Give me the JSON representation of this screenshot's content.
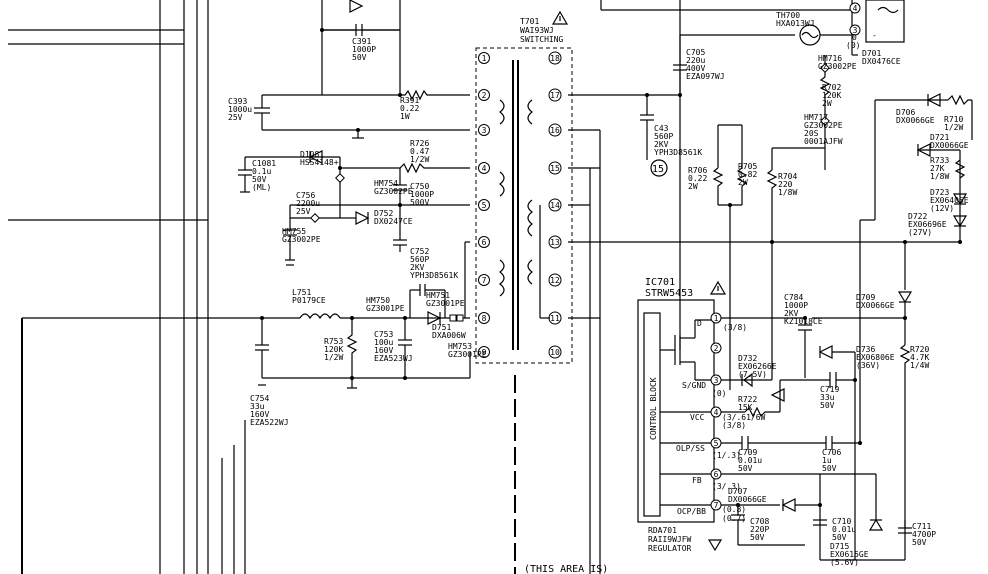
{
  "transformer": {
    "ref": "T701",
    "part": "WAI93WJ",
    "desc": "SWITCHING",
    "pins_left": [
      "1",
      "2",
      "3",
      "4",
      "5",
      "6",
      "7",
      "8",
      "9"
    ],
    "pins_right": [
      "18",
      "17",
      "16",
      "15",
      "14",
      "13",
      "12",
      "11",
      "10"
    ]
  },
  "ic": {
    "ref": "IC701",
    "part": "STRW5453",
    "block": "CONTROL BLOCK",
    "pin_labels": [
      "D",
      "S/GND",
      "VCC",
      "OLP/SS",
      "FB",
      "OCP/BB"
    ],
    "pins": [
      "1",
      "2",
      "3",
      "4",
      "5",
      "6",
      "7"
    ],
    "footer": [
      "RDA701",
      "RAII9WJFW",
      "REGULATOR"
    ]
  },
  "components": [
    {
      "lines": [
        "C391",
        "1000P",
        "50V"
      ]
    },
    {
      "lines": [
        "C393",
        "1000u",
        "25V"
      ]
    },
    {
      "lines": [
        "R391",
        "0.22",
        "1W"
      ]
    },
    {
      "lines": [
        "R726",
        "0.47",
        "1/2W"
      ]
    },
    {
      "lines": [
        "C1081",
        "0.1u",
        "50V",
        "(ML)"
      ]
    },
    {
      "lines": [
        "D1081",
        "HSS4148+"
      ]
    },
    {
      "lines": [
        "HM754",
        "GZ3002PE"
      ]
    },
    {
      "lines": [
        "C750",
        "1000P",
        "500V"
      ]
    },
    {
      "lines": [
        "C756",
        "2200u",
        "25V"
      ]
    },
    {
      "lines": [
        "D752",
        "DX0247CE"
      ]
    },
    {
      "lines": [
        "HM755",
        "GZ3002PE"
      ]
    },
    {
      "lines": [
        "C752",
        "560P",
        "2KV",
        "YPH3D8561K"
      ]
    },
    {
      "lines": [
        "L751",
        "P0179CE"
      ]
    },
    {
      "lines": [
        "HM750",
        "GZ3001PE"
      ]
    },
    {
      "lines": [
        "HM751",
        "GZ3001PE"
      ]
    },
    {
      "lines": [
        "D751",
        "DXA006W"
      ]
    },
    {
      "lines": [
        "HM753",
        "GZ3001PE"
      ]
    },
    {
      "lines": [
        "R753",
        "120K",
        "1/2W"
      ]
    },
    {
      "lines": [
        "C753",
        "100u",
        "160V",
        "EZA523WJ"
      ]
    },
    {
      "lines": [
        "C754",
        "33u",
        "160V",
        "EZA522WJ"
      ]
    },
    {
      "lines": [
        "TH700",
        "HXA013WJ"
      ]
    },
    {
      "lines": [
        "D701",
        "DX0476CE"
      ]
    },
    {
      "lines": [
        "C705",
        "220u",
        "400V",
        "EZA097WJ"
      ]
    },
    {
      "lines": [
        "C43",
        "560P",
        "2KV",
        "YPH3D8561K"
      ]
    },
    {
      "lines": [
        "HM716",
        "GZ3002PE"
      ]
    },
    {
      "lines": [
        "R702",
        "120K",
        "2W"
      ]
    },
    {
      "lines": [
        "HM717",
        "GZ3002PE",
        "20S",
        "0001AJFW"
      ]
    },
    {
      "lines": [
        "R706",
        "0.22",
        "2W"
      ]
    },
    {
      "lines": [
        "R705",
        "0.82",
        "2W"
      ]
    },
    {
      "lines": [
        "R704",
        "220",
        "1/8W"
      ]
    },
    {
      "lines": [
        "D706",
        "DX0066GE"
      ]
    },
    {
      "lines": [
        "R710",
        "1/2W"
      ]
    },
    {
      "lines": [
        "D721",
        "DX0066GE"
      ]
    },
    {
      "lines": [
        "R733",
        "27K",
        "1/8W"
      ]
    },
    {
      "lines": [
        "D723",
        "EX06406E",
        "(12V)"
      ]
    },
    {
      "lines": [
        "D722",
        "EX06696E",
        "(27V)"
      ]
    },
    {
      "lines": [
        "D709",
        "DX0066GE"
      ]
    },
    {
      "lines": [
        "C784",
        "1000P",
        "2KV",
        "KZ1018CE"
      ]
    },
    {
      "lines": [
        "D736",
        "EX06806E",
        "(36V)"
      ]
    },
    {
      "lines": [
        "R720",
        "4.7K",
        "1/4W"
      ]
    },
    {
      "lines": [
        "D732",
        "EX06266E",
        "(7.5V)"
      ]
    },
    {
      "lines": [
        "R722",
        "15K"
      ]
    },
    {
      "lines": [
        "C719",
        "33u",
        "50V"
      ]
    },
    {
      "lines": [
        "C709",
        "0.01u",
        "50V"
      ]
    },
    {
      "lines": [
        "C706",
        "1u",
        "50V"
      ]
    },
    {
      "lines": [
        "D707",
        "DX0066GE"
      ]
    },
    {
      "lines": [
        "C708",
        "220P",
        "50V"
      ]
    },
    {
      "lines": [
        "C710",
        "0.01u",
        "50V"
      ]
    },
    {
      "lines": [
        "D715",
        "EX0615GE",
        "(5.6V)"
      ]
    },
    {
      "lines": [
        "C711",
        "4700P",
        "50V"
      ]
    }
  ],
  "annotations": {
    "pin_voltages": [
      "(3/8)",
      "(0)",
      "(3/.61/6W",
      "(3/8)",
      "(1/.3)",
      "(3/.3)",
      "(0.8)",
      "(0.7)"
    ],
    "node_marker": "15",
    "header_pins": [
      "4",
      "3",
      "0",
      "(0)"
    ],
    "footer_note": "(THIS AREA IS)"
  }
}
